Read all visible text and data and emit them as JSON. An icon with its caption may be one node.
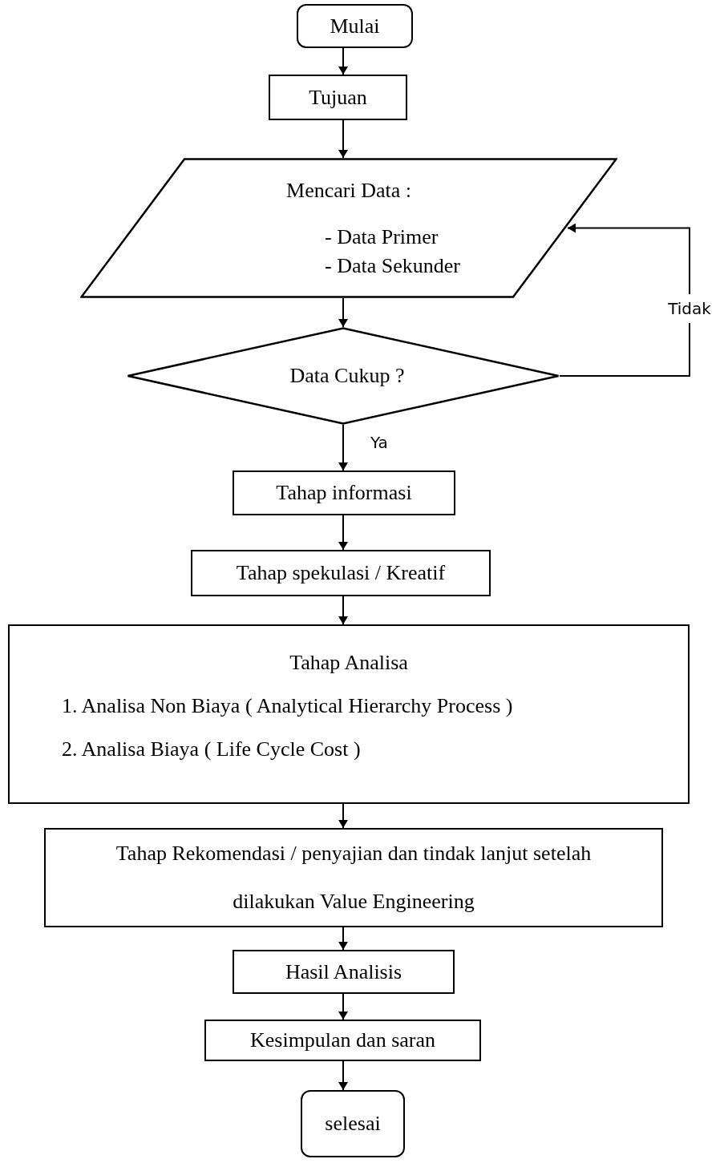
{
  "diagram": {
    "nodes": [
      {
        "text": [
          "Mulai"
        ]
      },
      {
        "text": [
          "Tujuan"
        ]
      },
      {
        "text": [
          "Mencari Data :",
          "- Data Primer",
          "- Data Sekunder"
        ]
      },
      {
        "text": [
          "Data Cukup ?"
        ]
      },
      {
        "text": [
          "Tahap informasi"
        ]
      },
      {
        "text": [
          "Tahap spekulasi / Kreatif"
        ]
      },
      {
        "text": [
          "Tahap Analisa",
          "1. Analisa Non Biaya ( Analytical Hierarchy Process )",
          "2. Analisa Biaya ( Life Cycle Cost )"
        ]
      },
      {
        "text": [
          "Tahap Rekomendasi / penyajian dan tindak lanjut setelah dilakukan Value Engineering"
        ]
      },
      {
        "text": [
          "Hasil Analisis"
        ]
      },
      {
        "text": [
          "Kesimpulan dan saran"
        ]
      },
      {
        "text": [
          "selesai"
        ]
      }
    ],
    "edges": [
      {
        "from": 0,
        "to": 1,
        "arrow": "to"
      },
      {
        "from": 1,
        "to": 2,
        "arrow": "to"
      },
      {
        "from": 2,
        "to": 3,
        "arrow": "to"
      },
      {
        "from": 3,
        "to": 2,
        "arrow": "to",
        "label": "Tidak"
      },
      {
        "from": 3,
        "to": 4,
        "arrow": "to",
        "label": "Ya"
      },
      {
        "from": 4,
        "to": 5,
        "arrow": "to"
      },
      {
        "from": 5,
        "to": 6,
        "arrow": "to"
      },
      {
        "from": 6,
        "to": 7,
        "arrow": "to"
      },
      {
        "from": 7,
        "to": 8,
        "arrow": "to"
      },
      {
        "from": 8,
        "to": 9,
        "arrow": "to"
      },
      {
        "from": 9,
        "to": 10,
        "arrow": "to"
      }
    ]
  }
}
